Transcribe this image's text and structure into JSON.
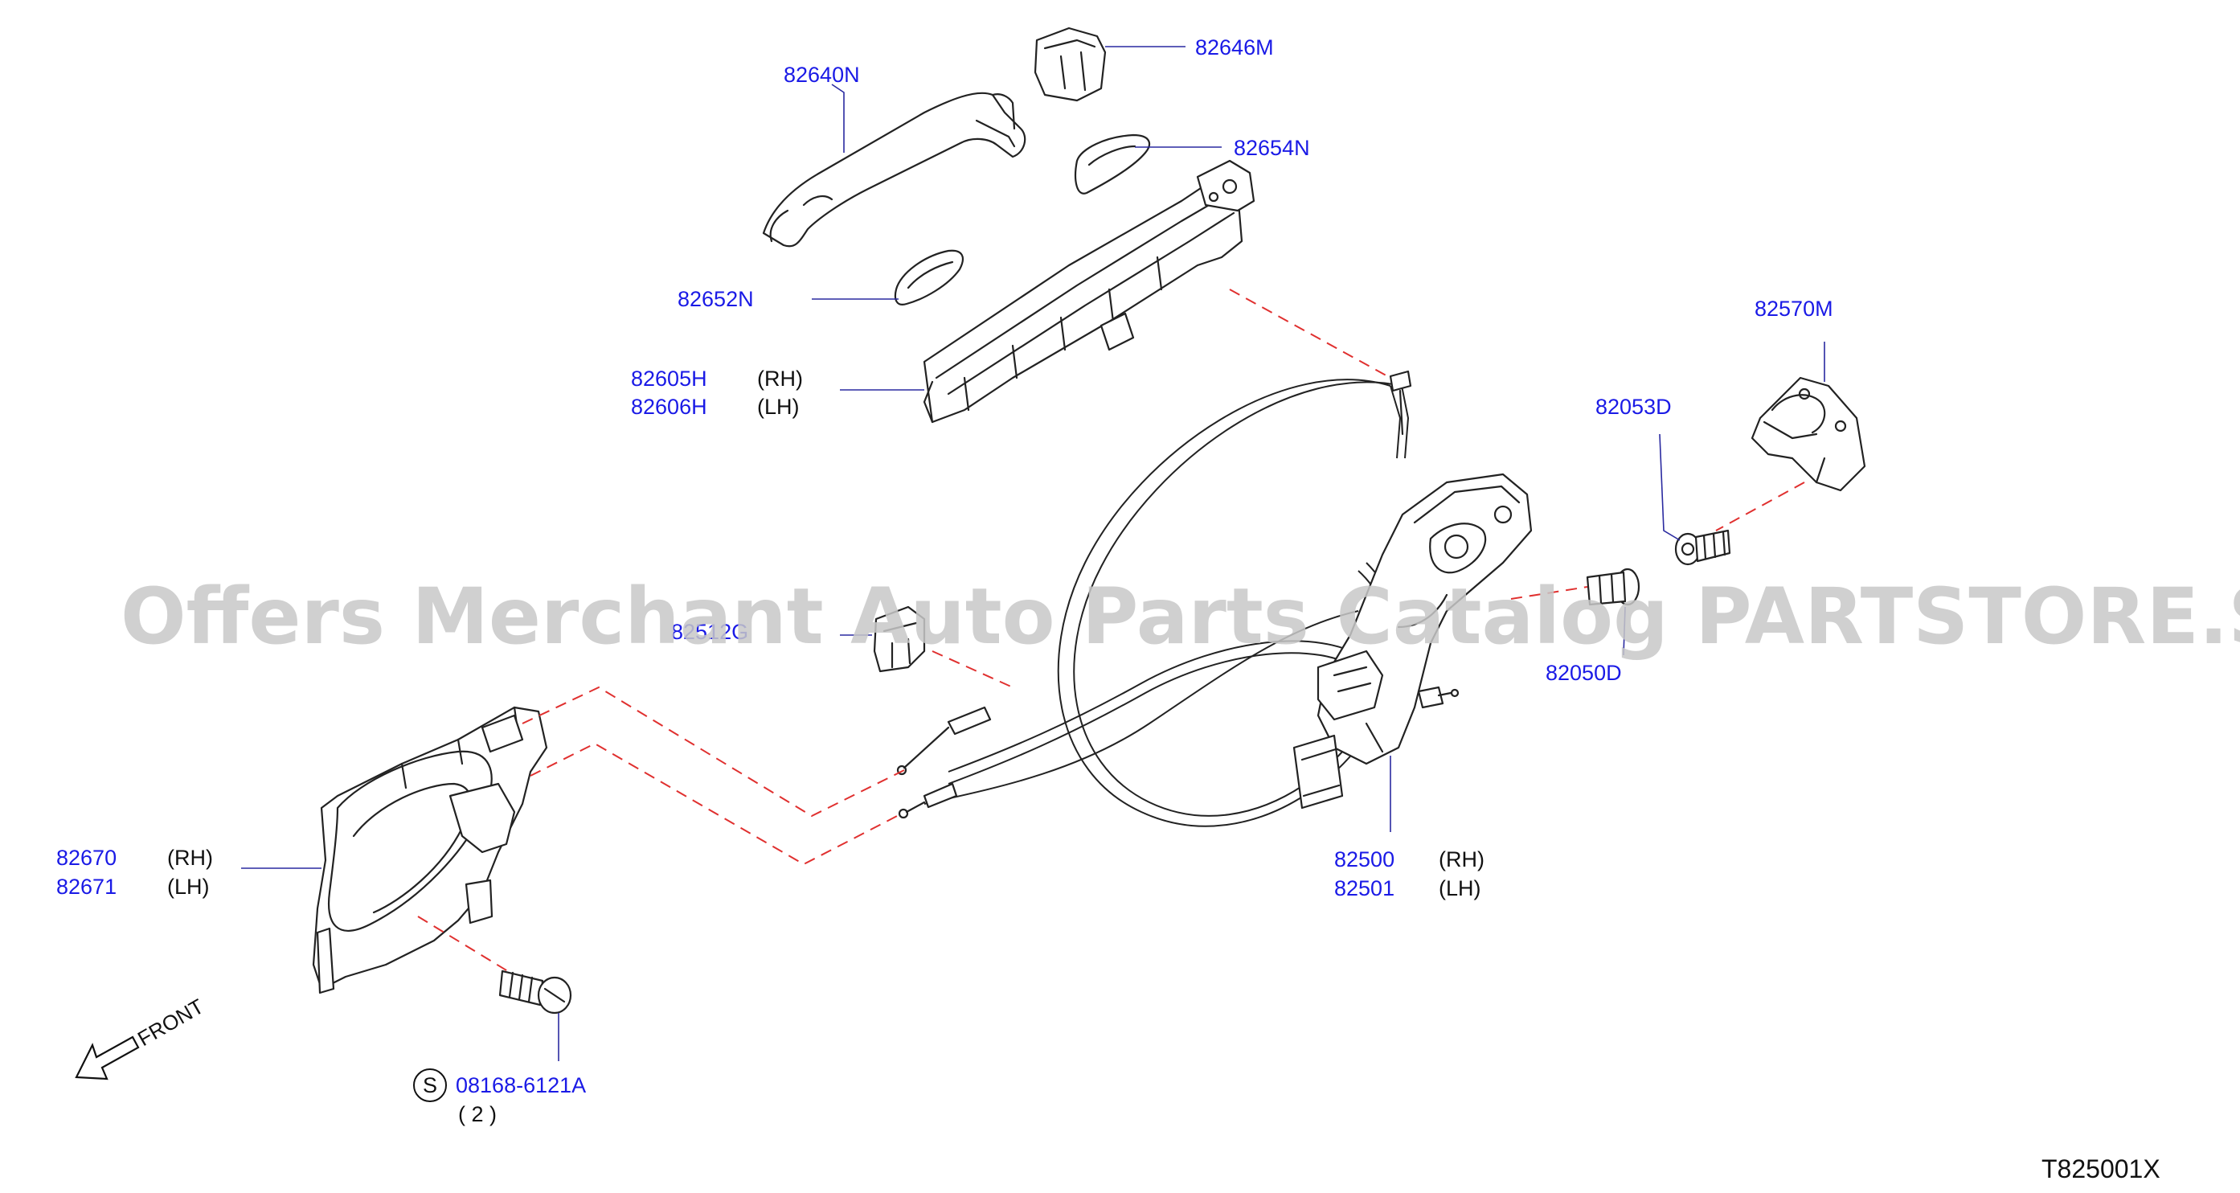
{
  "parts": {
    "p82640N": "82640N",
    "p82646M": "82646M",
    "p82654N": "82654N",
    "p82652N": "82652N",
    "p82605H": "82605H",
    "p82606H": "82606H",
    "p82570M": "82570M",
    "p82053D": "82053D",
    "p82050D": "82050D",
    "p82512G": "82512G",
    "p82500": "82500",
    "p82501": "82501",
    "p82670": "82670",
    "p82671": "82671",
    "bolt": "08168-6121A",
    "bolt_qty": "( 2 )",
    "bolt_prefix": "S"
  },
  "sides": {
    "rh": "(RH)",
    "lh": "(LH)"
  },
  "front_label": "FRONT",
  "diagram_code": "T825001X",
  "watermark": "Offers Merchant Auto Parts Catalog PARTSTORE.SA",
  "colors": {
    "part_number": "#1a1ae6",
    "dashed_leader": "#e0302f",
    "line_art": "#222222"
  }
}
